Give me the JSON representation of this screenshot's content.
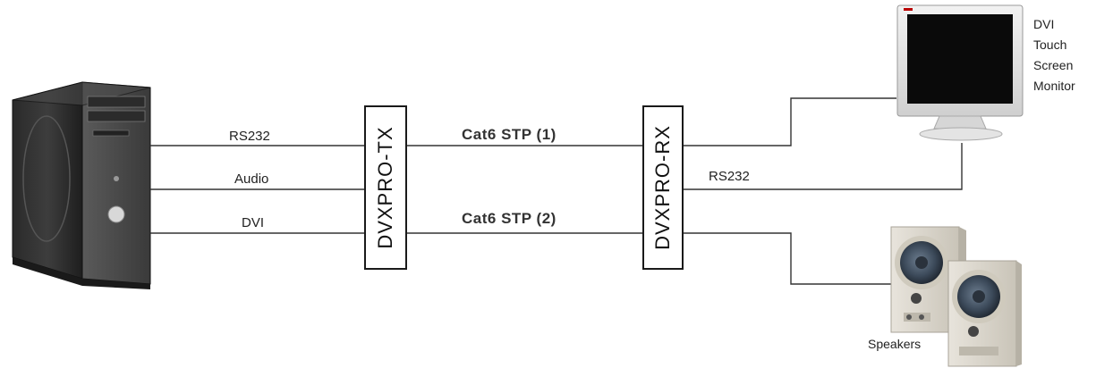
{
  "connections_left": {
    "rs232": "RS232",
    "audio": "Audio",
    "dvi": "DVI"
  },
  "transmitter": {
    "label": "DVXPRO-TX"
  },
  "receiver": {
    "label": "DVXPRO-RX"
  },
  "cables": {
    "cat6_1": "Cat6 STP (1)",
    "cat6_2": "Cat6 STP (2)"
  },
  "connections_right": {
    "rs232": "RS232"
  },
  "monitor": {
    "label_lines": [
      "DVI",
      "Touch",
      "Screen",
      "Monitor"
    ]
  },
  "speakers": {
    "label": "Speakers"
  }
}
